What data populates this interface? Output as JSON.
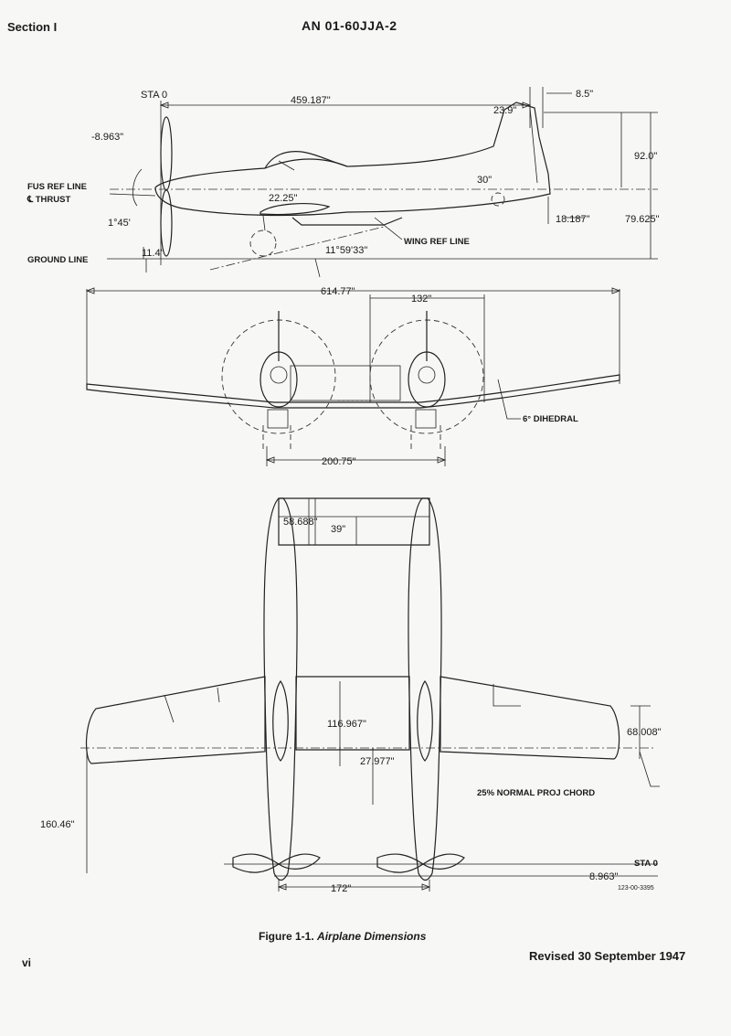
{
  "header": {
    "section": "Section I",
    "doc_number": "AN 01-60JJA-2"
  },
  "side_view": {
    "sta_label": "STA  0",
    "overall_length": "459.187\"",
    "tail_offset": "8.5\"",
    "tail_top": "23.9\"",
    "nose_offset": "-8.963\"",
    "height_upper": "92.0\"",
    "tail_angle": "30\"",
    "fus_ref_line": "FUS REF LINE",
    "thrust": "℄ THRUST",
    "wing_incidence": "22.25\"",
    "thrust_angle": "1°45'",
    "tail_wheel": "18.187\"",
    "height_total": "79.625\"",
    "wheel_height": "11.4\"",
    "ground_angle": "11°59'33\"",
    "wing_ref_line": "WING REF LINE",
    "ground_line": "GROUND LINE"
  },
  "front_view": {
    "span": "614.77\"",
    "prop_spacing": "132\"",
    "dihedral": "6° DIHEDRAL",
    "wheel_track": "200.75\""
  },
  "top_view": {
    "stab_chord": "58.688\"",
    "elev_chord": "39\"",
    "center_chord": "116.967\"",
    "tip_chord": "68.008\"",
    "chord_offset": "27.977\"",
    "chord_line_label": "25% NORMAL PROJ CHORD",
    "nose_to_chord": "160.46\"",
    "sta_label": "STA  0",
    "nose_offset": "8.963\"",
    "fuselage_spacing": "172\"",
    "drawing_number": "123-00-3395"
  },
  "caption": {
    "figure": "Figure 1-1.",
    "title": "Airplane Dimensions"
  },
  "footer": {
    "page": "vi",
    "revised": "Revised 30 September 1947"
  }
}
